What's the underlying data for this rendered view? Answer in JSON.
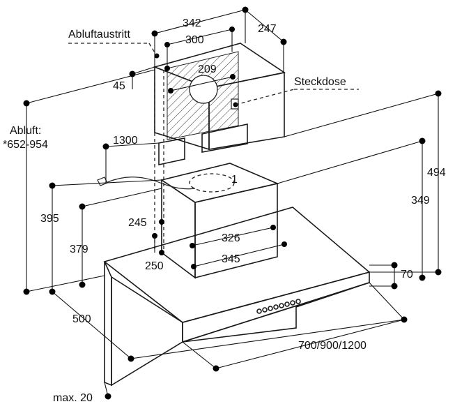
{
  "labels": {
    "exhaust_outlet": "Abluftaustritt",
    "socket": "Steckdose",
    "exhaust_line1": "Abluft:",
    "exhaust_line2": "*652-954",
    "max_gap": "max. 20",
    "width_options": "700/900/1200"
  },
  "dimensions": {
    "d342": "342",
    "d247": "247",
    "d300": "300",
    "d209": "209",
    "d45": "45",
    "d1300": "1300",
    "d494": "494",
    "d349": "349",
    "d395": "395",
    "d379": "379",
    "d245": "245",
    "d326": "326",
    "d345": "345",
    "d250": "250",
    "d70": "70",
    "d500": "500",
    "d1": "1"
  }
}
